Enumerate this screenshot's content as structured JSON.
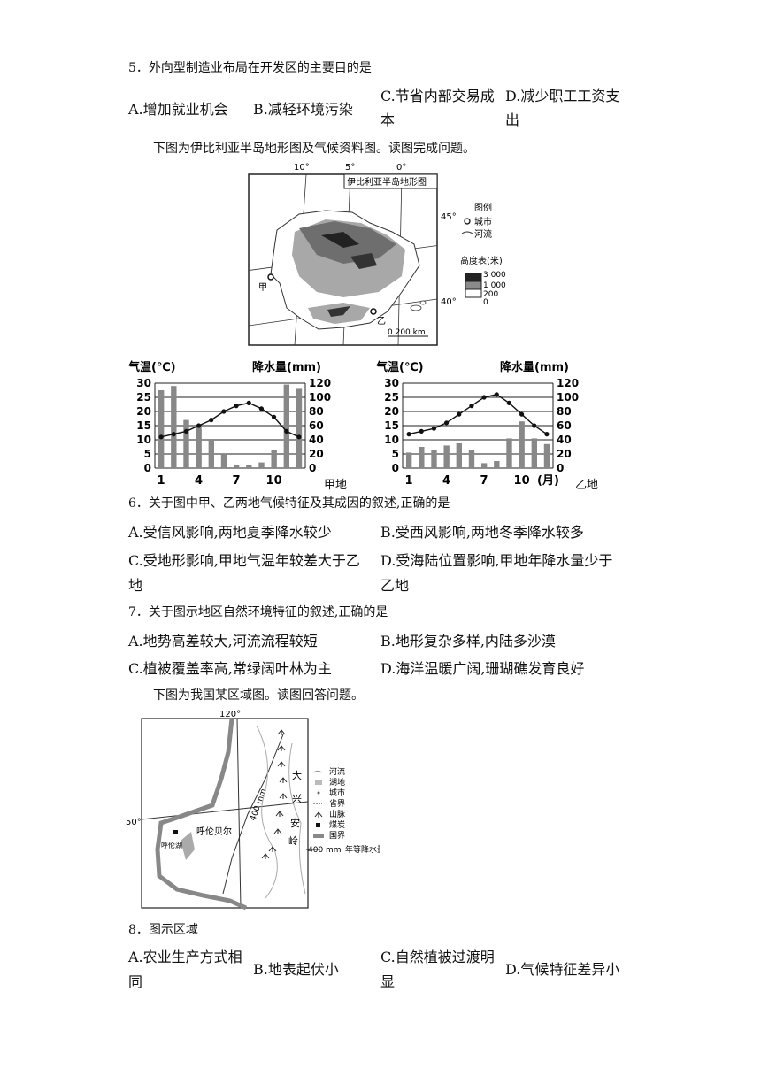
{
  "q5": {
    "stem": "5．外向型制造业布局在开发区的主要目的是",
    "options": [
      "A.增加就业机会",
      "B.减轻环境污染",
      "C.节省内部交易成",
      "本",
      "D.减少职工工资支",
      "出"
    ]
  },
  "intro1": "下图为伊比利亚半岛地形图及气候资料图。读图完成问题。",
  "map1": {
    "title": "伊比利亚半岛地形图",
    "lon_labels": [
      "10°",
      "5°",
      "0°"
    ],
    "lat_labels": [
      "45°",
      "40°"
    ],
    "legend_title": "图例",
    "legend_city": "城市",
    "legend_river": "河流",
    "elev_title": "高度表(米)",
    "elev_values": [
      "3 000",
      "1 000",
      "200",
      "0"
    ],
    "scale": "0  200 km",
    "label_jia": "甲",
    "label_yi": "乙"
  },
  "chart_data": [
    {
      "type": "bar",
      "name_label": "甲地",
      "temp_axis_label": "气温(℃)",
      "precip_axis_label": "降水量(mm)",
      "temp_ticks": [
        0,
        5,
        10,
        15,
        20,
        25,
        30
      ],
      "precip_ticks": [
        0,
        20,
        40,
        60,
        80,
        100,
        120
      ],
      "x_ticks": [
        "1",
        "4",
        "7",
        "10"
      ],
      "ylim_temp": [
        0,
        30
      ],
      "ylim_precip": [
        0,
        120
      ],
      "precip": [
        110,
        116,
        68,
        58,
        40,
        20,
        5,
        5,
        8,
        26,
        118,
        112
      ],
      "temp": [
        11,
        12,
        13,
        15,
        17,
        20,
        22,
        23,
        21,
        18,
        13,
        11
      ]
    },
    {
      "type": "bar",
      "name_label": "乙地",
      "temp_axis_label": "气温(℃)",
      "precip_axis_label": "降水量(mm)",
      "temp_ticks": [
        0,
        5,
        10,
        15,
        20,
        25,
        30
      ],
      "precip_ticks": [
        0,
        20,
        40,
        60,
        80,
        100,
        120
      ],
      "x_ticks": [
        "1",
        "4",
        "7",
        "10"
      ],
      "x_unit": "(月)",
      "ylim_temp": [
        0,
        30
      ],
      "ylim_precip": [
        0,
        120
      ],
      "precip": [
        22,
        30,
        26,
        32,
        35,
        26,
        7,
        10,
        42,
        66,
        42,
        34
      ],
      "temp": [
        12,
        13,
        14,
        16,
        19,
        22,
        25,
        26,
        23,
        19,
        15,
        12
      ]
    }
  ],
  "q6": {
    "stem": "6．关于图中甲、乙两地气候特征及其成因的叙述,正确的是",
    "options": [
      "A.受信风影响,两地夏季降水较少",
      "B.受西风影响,两地冬季降水较多",
      "C.受地形影响,甲地气温年较差大于乙",
      "地",
      "D.受海陆位置影响,甲地年降水量少于",
      "乙地"
    ]
  },
  "q7": {
    "stem": "7．关于图示地区自然环境特征的叙述,正确的是",
    "options": [
      "A.地势高差较大,河流流程较短",
      "B.地形复杂多样,内陆多沙漠",
      "C.植被覆盖率高,常绿阔叶林为主",
      "D.海洋温暖广阔,珊瑚礁发育良好"
    ]
  },
  "intro2": "下图为我国某区域图。读图回答问题。",
  "map2": {
    "lon": "120°",
    "lat": "50°",
    "isohyet": "400 mm",
    "isohyet2": "400 mm",
    "isohyet_label": "年等降水量线",
    "city": "呼伦贝尔",
    "lake": "呼伦湖",
    "mountain": [
      "大",
      "兴",
      "安",
      "岭"
    ],
    "legend": [
      "河流",
      "湖地",
      "城市",
      "省界",
      "山脉",
      "煤炭",
      "国界"
    ]
  },
  "q8": {
    "stem": "8．图示区域",
    "options": [
      "A.农业生产方式相",
      "同",
      "B.地表起伏小",
      "C.自然植被过渡明",
      "显",
      "D.气候特征差异小"
    ]
  }
}
